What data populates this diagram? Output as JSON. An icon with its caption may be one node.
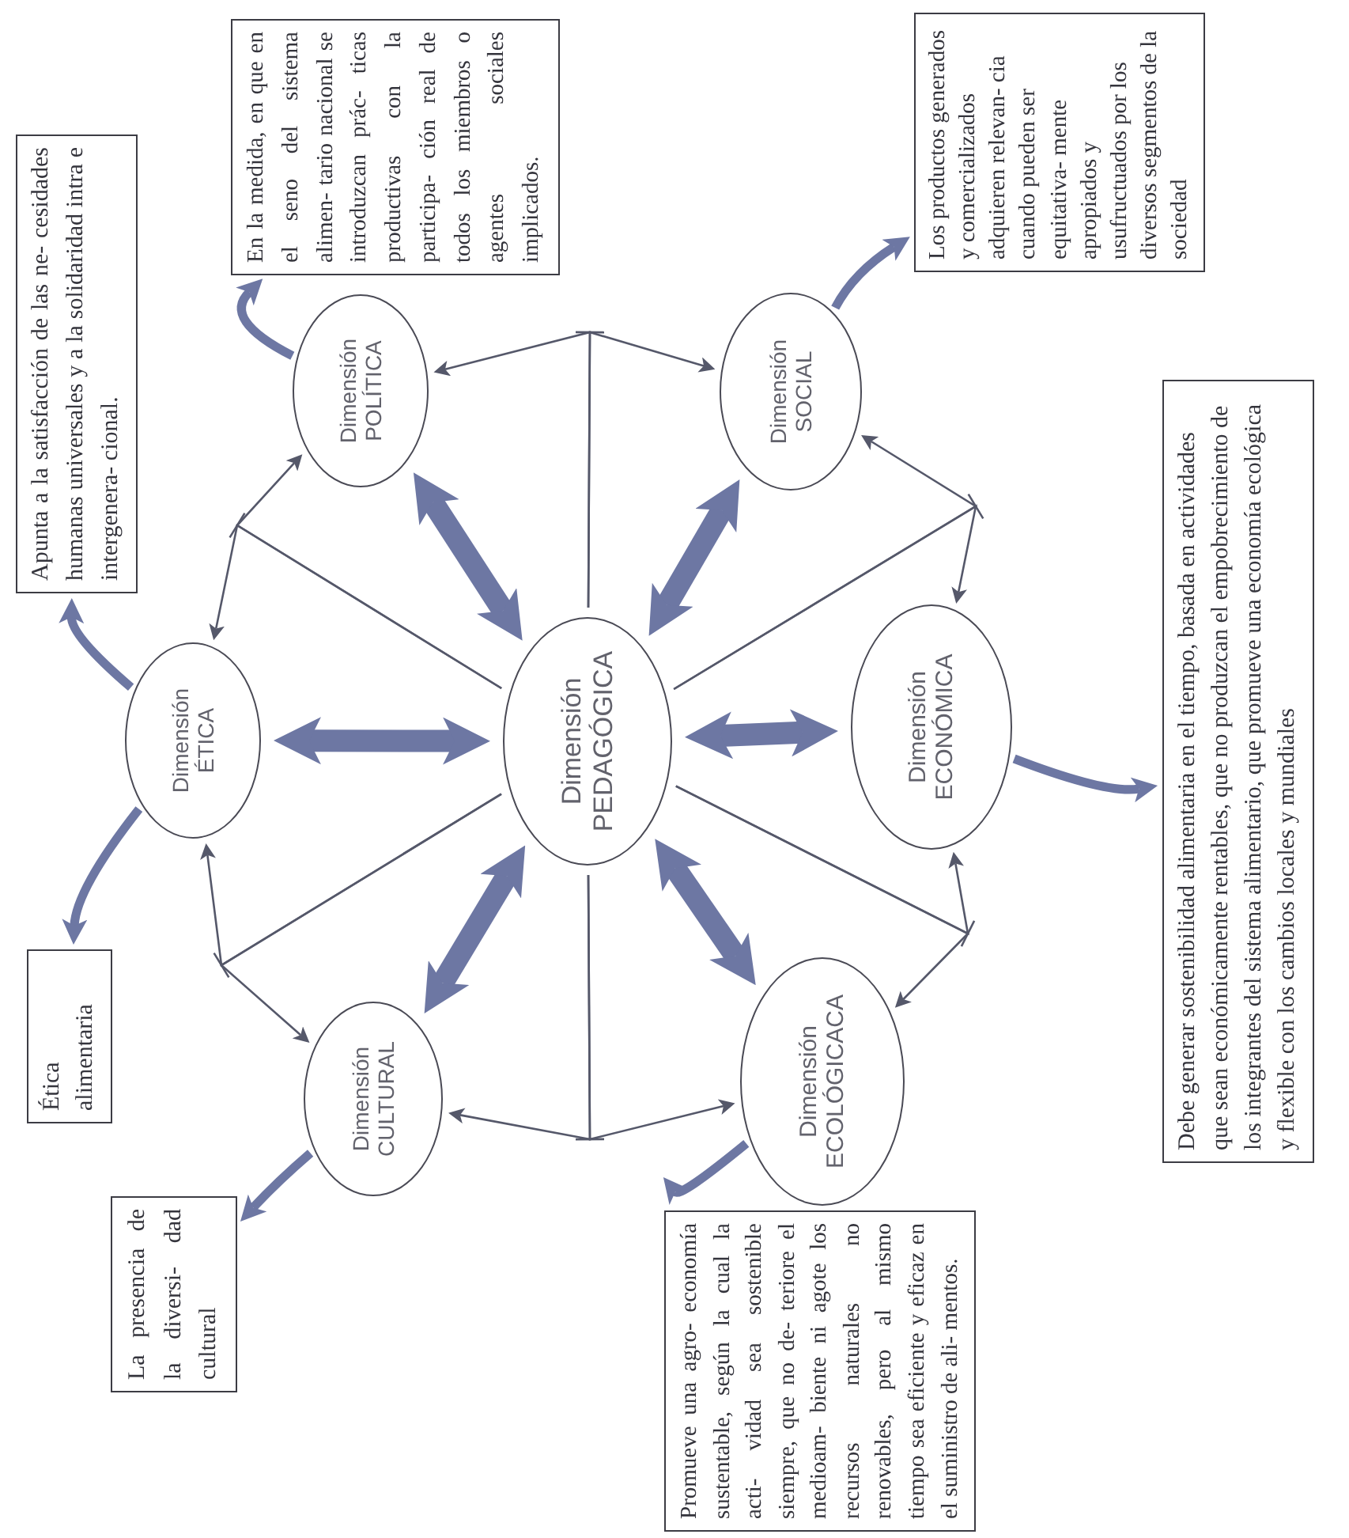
{
  "diagram": {
    "nodes": [
      {
        "text": [
          "Ética alimentaria"
        ]
      },
      {
        "text": [
          "Dimensión",
          "ÉTICA"
        ]
      },
      {
        "text": [
          "Apunta a la satisfacción de las ne- cesidades humanas universales y a la solidaridad intra e intergenera- cional."
        ]
      },
      {
        "text": [
          "Dimensión",
          "POLÍTICA"
        ]
      },
      {
        "text": [
          "En la medida, en que en el seno del sistema alimen- tario nacional se introduzcan prác- ticas productivas con la participa- ción real de todos los miembros o agentes sociales implicados."
        ]
      },
      {
        "text": [
          "Dimensión",
          "SOCIAL"
        ]
      },
      {
        "text": [
          "Los productos generados y comercializados adquieren relevan- cia cuando pueden ser equitativa- mente apropiados y usufructuados por los diversos segmentos de la sociedad"
        ]
      },
      {
        "text": [
          "Dimensión",
          "PEDAGÓGICA"
        ]
      },
      {
        "text": [
          "Dimensión",
          "ECONÓMICA"
        ]
      },
      {
        "text": [
          "Dimensión",
          "CULTURAL"
        ]
      },
      {
        "text": [
          "Dimensión",
          "ECOLÓGICACA"
        ]
      },
      {
        "text": [
          "La presencia de la diversi- dad cultural"
        ]
      },
      {
        "text": [
          "Promueve una agro- economía sustentable, según la cual la acti- vidad sea sostenible siempre, que no de- teriore el medioam- biente ni agote los recursos naturales no renovables, pero al mismo tiempo sea eficiente y eficaz en el suministro de ali- mentos."
        ]
      },
      {
        "text": [
          "Debe generar sostenibilidad alimentaria en el tiempo, basada en actividades que sean económicamente rentables, que no produzcan el empobrecimiento de los integrantes del sistema alimentario, que promueve una economía ecológica y flexible con los cambios locales y mundiales"
        ]
      }
    ],
    "edges": [
      {
        "from": 7,
        "to": 1,
        "arrow": "both",
        "style": "thick",
        "color": "#6d77a3"
      },
      {
        "from": 7,
        "to": 3,
        "arrow": "both",
        "style": "thick",
        "color": "#6d77a3"
      },
      {
        "from": 7,
        "to": 5,
        "arrow": "both",
        "style": "thick",
        "color": "#6d77a3"
      },
      {
        "from": 7,
        "to": 8,
        "arrow": "both",
        "style": "thick",
        "color": "#6d77a3"
      },
      {
        "from": 7,
        "to": 10,
        "arrow": "both",
        "style": "thick",
        "color": "#6d77a3"
      },
      {
        "from": 7,
        "to": 9,
        "arrow": "both",
        "style": "thick",
        "color": "#6d77a3"
      },
      {
        "from": 7,
        "to": 3,
        "arrow": "to"
      },
      {
        "from": 7,
        "to": 5,
        "arrow": "to"
      },
      {
        "from": 7,
        "to": 1,
        "arrow": "to"
      },
      {
        "from": 7,
        "to": 3,
        "arrow": "to"
      },
      {
        "from": 7,
        "to": 1,
        "arrow": "to"
      },
      {
        "from": 7,
        "to": 9,
        "arrow": "to"
      },
      {
        "from": 7,
        "to": 9,
        "arrow": "to"
      },
      {
        "from": 7,
        "to": 10,
        "arrow": "to"
      },
      {
        "from": 7,
        "to": 10,
        "arrow": "to"
      },
      {
        "from": 7,
        "to": 8,
        "arrow": "to"
      },
      {
        "from": 7,
        "to": 5,
        "arrow": "to"
      },
      {
        "from": 7,
        "to": 8,
        "arrow": "to"
      },
      {
        "from": 1,
        "to": 2,
        "arrow": "to",
        "color": "#6d77a3"
      },
      {
        "from": 1,
        "to": 0,
        "arrow": "to",
        "color": "#6d77a3"
      },
      {
        "from": 3,
        "to": 4,
        "arrow": "to",
        "color": "#6d77a3"
      },
      {
        "from": 5,
        "to": 6,
        "arrow": "to",
        "color": "#6d77a3"
      },
      {
        "from": 8,
        "to": 13,
        "arrow": "to",
        "color": "#6d77a3"
      },
      {
        "from": 10,
        "to": 12,
        "arrow": "to",
        "color": "#6d77a3"
      },
      {
        "from": 9,
        "to": 11,
        "arrow": "to",
        "color": "#6d77a3"
      }
    ]
  }
}
